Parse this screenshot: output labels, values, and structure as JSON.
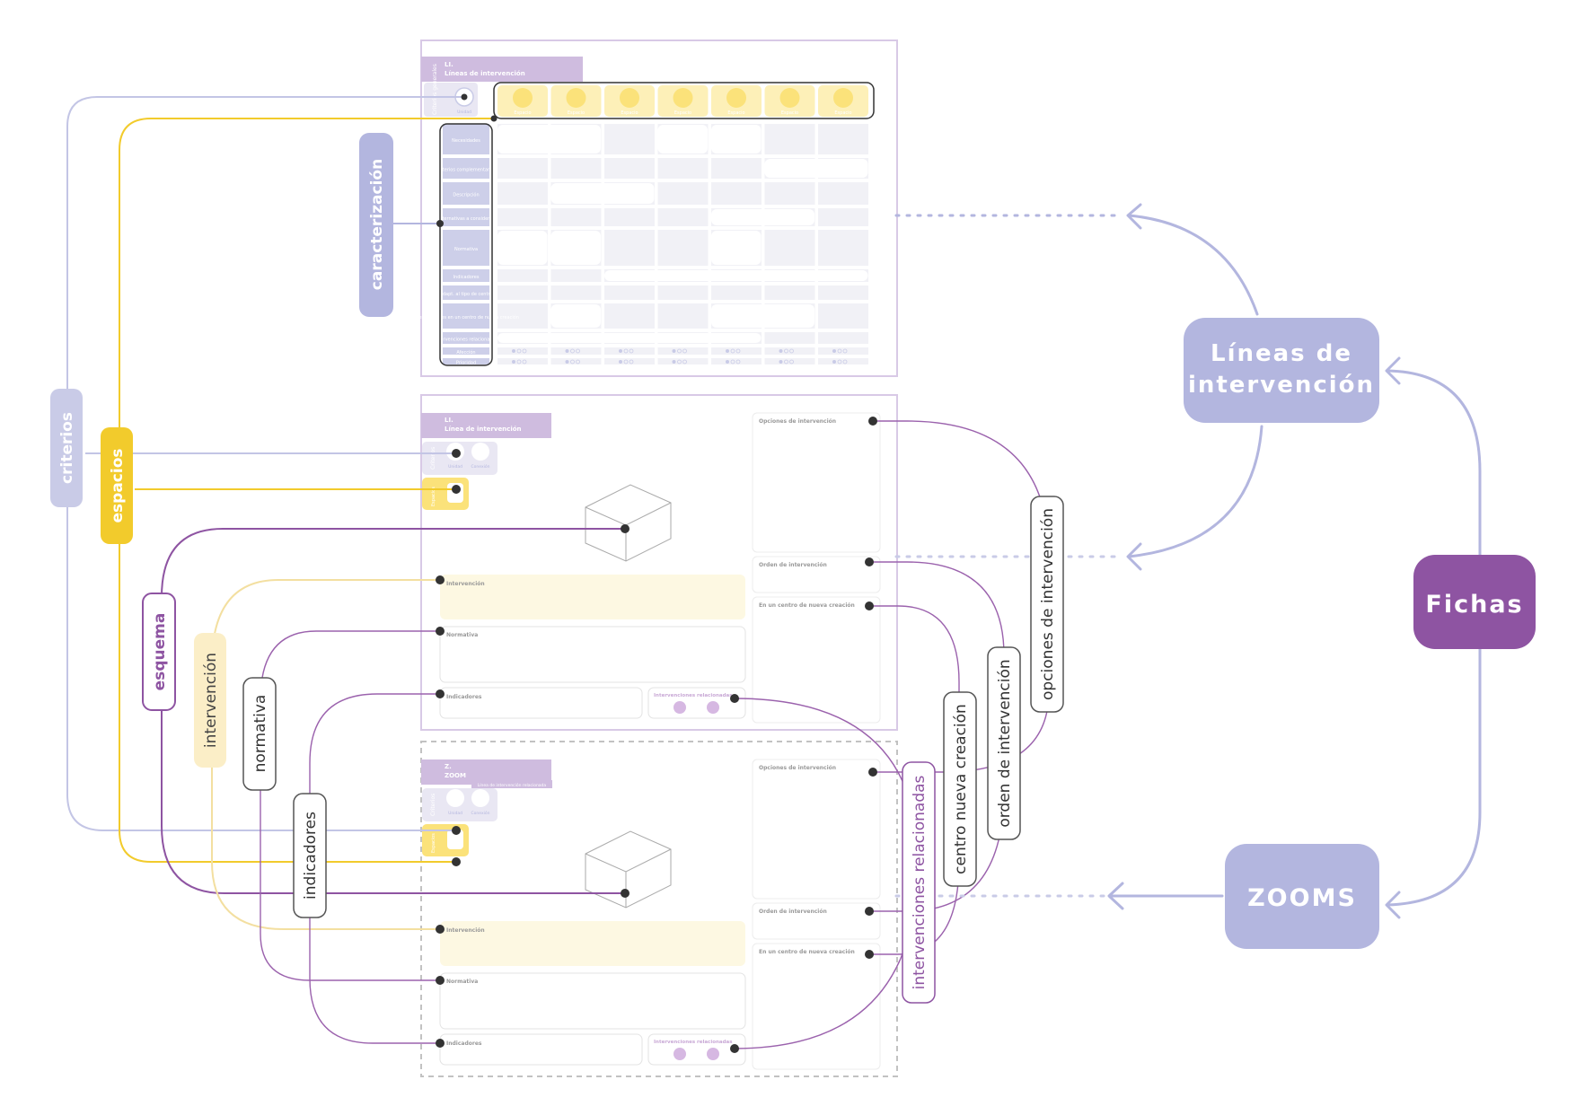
{
  "nodes": {
    "fichas": "Fichas",
    "lineas_line1": "Líneas de",
    "lineas_line2": "intervención",
    "zooms": "ZOOMS"
  },
  "labels": {
    "criterios": "criterios",
    "espacios": "espacios",
    "caracterizacion": "caracterización",
    "esquema": "esquema",
    "intervencion": "intervención",
    "normativa": "normativa",
    "indicadores": "indicadores",
    "intervenciones_relacionadas": "intervenciones relacionadas",
    "centro_nueva_creacion": "centro nueva creación",
    "orden_de_intervencion": "orden de intervención",
    "opciones_de_intervencion": "opciones de intervención"
  },
  "sheet_table": {
    "code": "LI.",
    "title": "Líneas de intervención",
    "criteria_tag": "Criterios generales",
    "criteria_dot": "Unidad",
    "space_label": "Espacio",
    "rows": [
      "Necesidades",
      "Criterios complementarios",
      "Descripción",
      "Alternativas a considerar",
      "Normativa",
      "Indicadores",
      "Adapt. al tipo de centro",
      "Intervenciones en un centro de nueva creación",
      "Intervenciones relacionadas",
      "Afección",
      "Prioridad"
    ]
  },
  "sheet_line": {
    "code": "LI.",
    "title": "Línea de intervención",
    "criteria_tag": "Criterios",
    "unidad": "Unidad",
    "conexion": "Conexión",
    "espacios_tag": "Espacios",
    "intervencion": "Intervención",
    "normativa": "Normativa",
    "indicadores": "Indicadores",
    "relacionadas": "Intervenciones relacionadas",
    "opciones": "Opciones de intervención",
    "orden": "Orden de intervención",
    "centro": "En un centro de nueva creación"
  },
  "sheet_zoom": {
    "code": "Z.",
    "title": "ZOOM",
    "subtitle": "Línea de intervención relacionada",
    "criteria_tag": "Criterios",
    "unidad": "Unidad",
    "conexion": "Conexión",
    "espacios_tag": "Espacios",
    "intervencion": "Intervención",
    "normativa": "Normativa",
    "indicadores": "Indicadores",
    "relacionadas": "Intervenciones relacionadas",
    "opciones": "Opciones de intervención",
    "orden": "Orden de intervención",
    "centro": "En un centro de nueva creación"
  },
  "colors": {
    "lavender": "#b3b6df",
    "lavender_light": "#c9cbe7",
    "purple": "#8e54a2",
    "purple_line": "#9b62ad",
    "yellow": "#f2cb2c",
    "yellow_light": "#f3dfa0",
    "sheet_header": "#cfbcdf",
    "cell": "#ececf4",
    "cell_yellow": "#fdf4c6",
    "dark": "#333333"
  }
}
